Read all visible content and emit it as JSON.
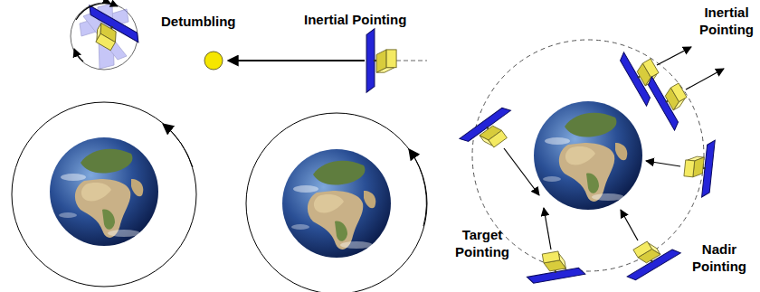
{
  "diagram": {
    "labels": [
      "Detumbling",
      "Inertial Pointing",
      "Inertial Pointing",
      "Target Pointing",
      "Nadir Pointing"
    ]
  }
}
